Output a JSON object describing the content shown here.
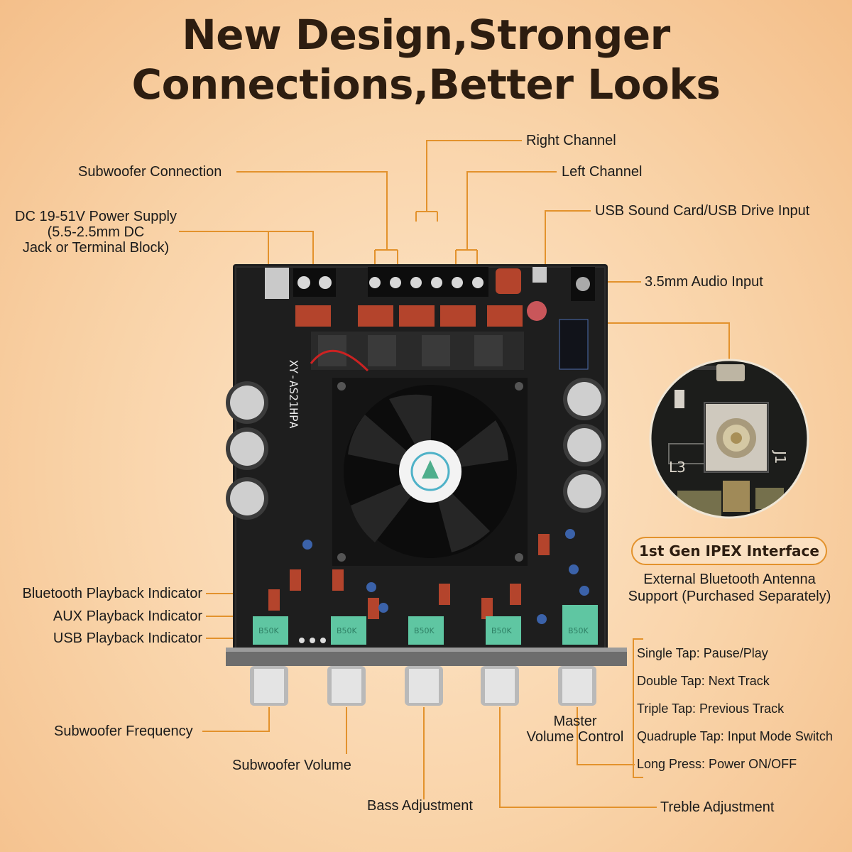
{
  "headline": {
    "line1": "New Design,Stronger",
    "line2": "Connections,Better Looks"
  },
  "labels": {
    "right_channel": "Right Channel",
    "subwoofer_connection": "Subwoofer Connection",
    "left_channel": "Left Channel",
    "power_supply_line1": "DC 19-51V Power Supply",
    "power_supply_line2": "(5.5-2.5mm DC",
    "power_supply_line3": "Jack or Terminal Block)",
    "usb_input": "USB Sound Card/USB Drive Input",
    "audio_input": "3.5mm Audio Input",
    "bt_indicator": "Bluetooth Playback Indicator",
    "aux_indicator": "AUX Playback Indicator",
    "usb_indicator": "USB Playback Indicator",
    "sub_frequency": "Subwoofer Frequency",
    "sub_volume": "Subwoofer Volume",
    "bass": "Bass Adjustment",
    "treble": "Treble Adjustment",
    "master_line1": "Master",
    "master_line2": "Volume Control"
  },
  "ipex": {
    "badge": "1st Gen IPEX Interface",
    "desc_line1": "External Bluetooth Antenna",
    "desc_line2": "Support (Purchased Separately)",
    "zoom_text_j1": "J1",
    "zoom_text_l3": "L3"
  },
  "master_actions": [
    "Single Tap: Pause/Play",
    "Double Tap: Next Track",
    "Triple Tap: Previous Track",
    "Quadruple Tap: Input Mode Switch",
    "Long Press: Power ON/OFF"
  ],
  "board": {
    "model_text": "XY-AS21HPA",
    "pot_labels": [
      "B50K",
      "B50K",
      "B50K",
      "B50K",
      "B50K"
    ]
  },
  "colors": {
    "accent": "#e3922c",
    "pcb": "#1e1e1e",
    "capacitor_red": "#b4442c",
    "pot_green": "#5fc6a2"
  }
}
